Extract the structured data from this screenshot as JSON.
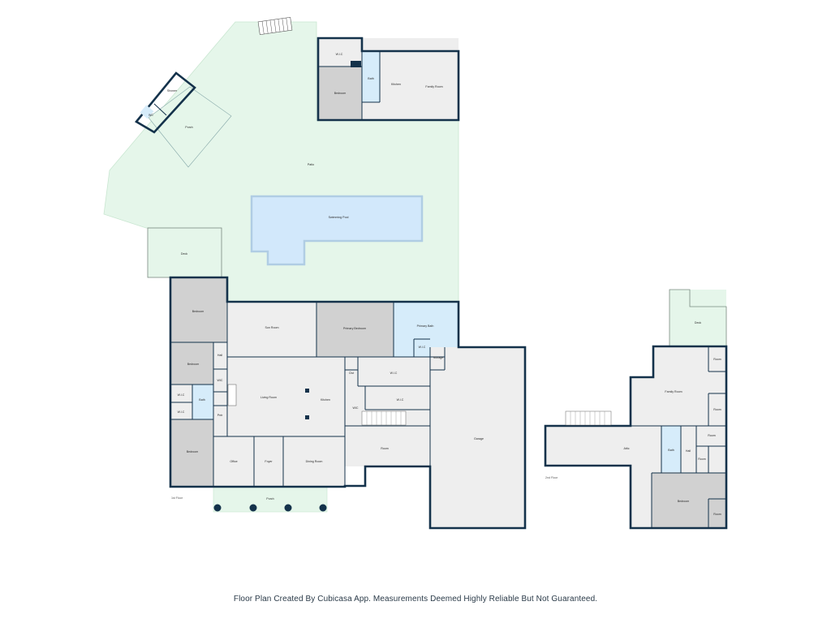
{
  "footer": {
    "credit": "Floor Plan Created By Cubicasa App. Measurements Deemed Highly Reliable But Not Guaranteed."
  },
  "colors": {
    "wall": "#14324b",
    "outdoor": "#e5f6ea",
    "room": "#eeeeee",
    "bedroom": "#d1d1d1",
    "water": "#d6ecfa"
  },
  "floors": {
    "first": "1st Floor",
    "second": "2nd Floor"
  },
  "rooms": {
    "wic_guest": "W.I.C",
    "bedroom_guest": "Bedroom",
    "bath_guest": "Bath",
    "kitchen_guest": "Kitchen",
    "family_guest": "Family Room",
    "shower": "Shower",
    "wc": "WC",
    "porch": "Porch",
    "patio": "Patio",
    "swimming_pool": "Swimming Pool",
    "deck": "Deck",
    "bedroom_1": "Bedroom",
    "sun_room": "Sun Room",
    "primary_bedroom": "Primary Bedroom",
    "primary_bath": "Primary Bath",
    "wic_primary": "W.I.C",
    "storage": "Storage",
    "hall": "Hall",
    "bedroom_2": "Bedroom",
    "wic_hall": "WIC",
    "wic_1": "W.I.C",
    "wic_2": "W.I.C",
    "closet": "Clst",
    "living_room": "Living Room",
    "kitchen": "Kitchen",
    "bath_1": "Bath",
    "wic_a": "W.I.C",
    "wic_b": "W.I.C",
    "pantry": "Pntr",
    "bedroom_3": "Bedroom",
    "office": "Office",
    "foyer": "Foyer",
    "dining_room": "Dining Room",
    "porch_front": "Porch",
    "room": "Room",
    "garage": "Garage",
    "wic_small": "WIC",
    "deck_2": "Deck",
    "family_2": "Family Room",
    "room_a": "Room",
    "room_b": "Room",
    "room_c": "Room",
    "room_d": "Room",
    "room_e": "Room",
    "attic": "Attic",
    "bath_2": "Bath",
    "hall_2": "Hall",
    "bedroom_4": "Bedroom"
  }
}
